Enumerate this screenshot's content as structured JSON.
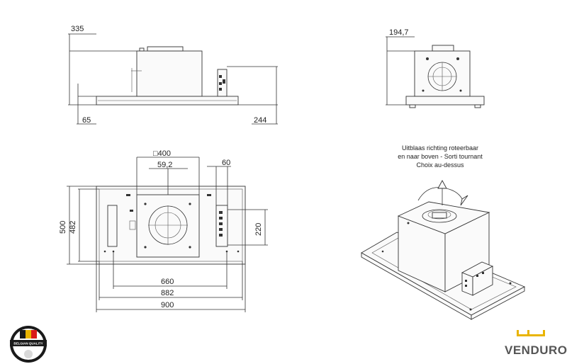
{
  "dimensions": {
    "side_height": "335",
    "side_flange": "65",
    "side_depth": "244",
    "front_height": "194,7",
    "duct_square": "□400",
    "duct_offset": "59,2",
    "motor_width": "60",
    "width_total_inner": "482",
    "width_total_outer": "500",
    "motor_height": "220",
    "length_660": "660",
    "length_882": "882",
    "length_900": "900"
  },
  "note": {
    "line1": "Uitblaas richting roteerbaar",
    "line2": "en naar boven - Sorti tournant",
    "line3": "Choix au-dessus"
  },
  "badge": {
    "text": "BELGIAN QUALITY"
  },
  "brand": {
    "name": "VENDURO"
  },
  "colors": {
    "line": "#333333",
    "brand_yellow": "#e9b400",
    "badge_dark": "#1a1a1a",
    "flag_red": "#d91a1a"
  }
}
